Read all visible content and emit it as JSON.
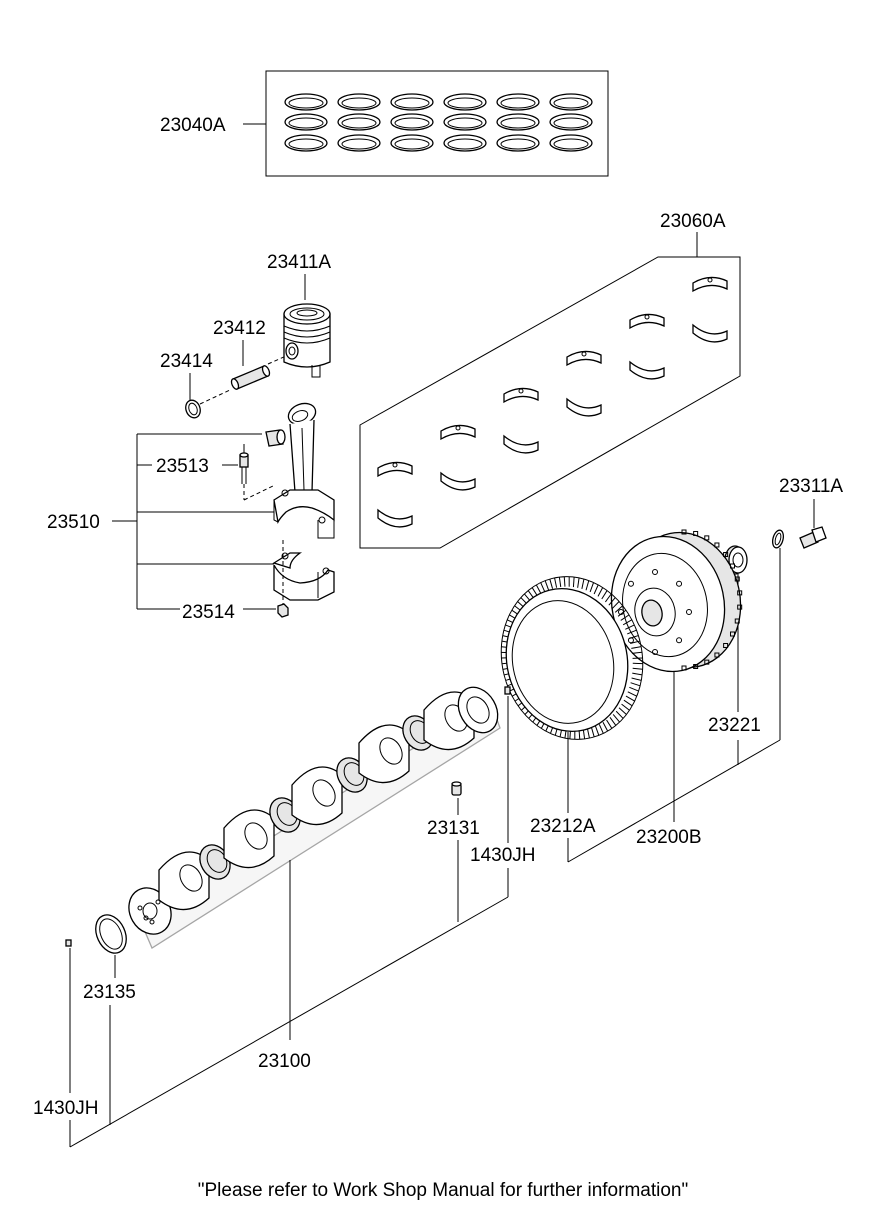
{
  "labels": {
    "piston_rings": "23040A",
    "bearing_set": "23060A",
    "piston": "23411A",
    "piston_pin": "23412",
    "snap_ring": "23414",
    "conrod_bolt": "23513",
    "conrod_assy": "23510",
    "conrod_nut": "23514",
    "flywheel_bolt": "23311A",
    "pilot_bearing": "23221",
    "ring_gear": "23212A",
    "flywheel": "23200B",
    "crank_key": "23131",
    "pin_upper": "1430JH",
    "crankshaft": "23100",
    "seal_ring": "23135",
    "pin_lower": "1430JH"
  },
  "footer": {
    "note": "\"Please refer to Work Shop Manual for further information\""
  }
}
